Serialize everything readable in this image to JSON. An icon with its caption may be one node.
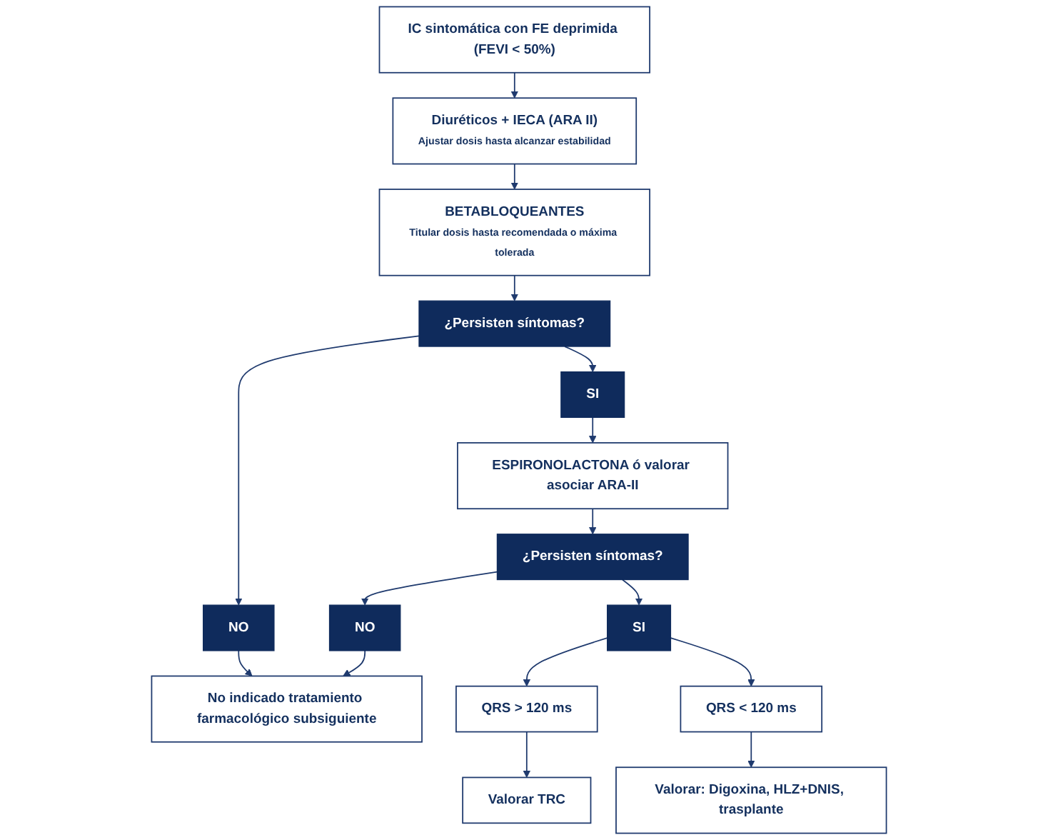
{
  "diagram": {
    "nodes": [
      {
        "text": [
          "IC sintomática con FE deprimida (FEVI < 50%)"
        ]
      },
      {
        "text": [
          "Diuréticos + IECA (ARA II)",
          "Ajustar dosis hasta alcanzar estabilidad"
        ]
      },
      {
        "text": [
          "BETABLOQUEANTES",
          "Titular dosis hasta recomendada o máxima tolerada"
        ]
      },
      {
        "text": [
          "¿Persisten síntomas?"
        ]
      },
      {
        "text": [
          "SI"
        ]
      },
      {
        "text": [
          "NO"
        ]
      },
      {
        "text": [
          "ESPIRONOLACTONA ó valorar asociar ARA-II"
        ]
      },
      {
        "text": [
          "¿Persisten síntomas?"
        ]
      },
      {
        "text": [
          "SI"
        ]
      },
      {
        "text": [
          "NO"
        ]
      },
      {
        "text": [
          "No indicado tratamiento farmacológico subsiguiente"
        ]
      },
      {
        "text": [
          "QRS > 120 ms"
        ]
      },
      {
        "text": [
          "QRS < 120 ms"
        ]
      },
      {
        "text": [
          "Valorar TRC"
        ]
      },
      {
        "text": [
          "Valorar: Digoxina, HLZ+DNIS, trasplante"
        ]
      }
    ],
    "edges": [
      {
        "from": 0,
        "to": 1,
        "arrow": "to"
      },
      {
        "from": 1,
        "to": 2,
        "arrow": "to"
      },
      {
        "from": 2,
        "to": 3,
        "arrow": "to"
      },
      {
        "from": 3,
        "to": 4,
        "arrow": "to"
      },
      {
        "from": 3,
        "to": 5,
        "arrow": "to"
      },
      {
        "from": 4,
        "to": 6,
        "arrow": "to"
      },
      {
        "from": 5,
        "to": 10,
        "arrow": "to"
      },
      {
        "from": 6,
        "to": 7,
        "arrow": "to"
      },
      {
        "from": 7,
        "to": 8,
        "arrow": "to"
      },
      {
        "from": 7,
        "to": 9,
        "arrow": "to"
      },
      {
        "from": 9,
        "to": 10,
        "arrow": "to"
      },
      {
        "from": 8,
        "to": 11,
        "arrow": "to"
      },
      {
        "from": 8,
        "to": 12,
        "arrow": "to"
      },
      {
        "from": 11,
        "to": 13,
        "arrow": "to"
      },
      {
        "from": 12,
        "to": 14,
        "arrow": "to"
      }
    ]
  }
}
